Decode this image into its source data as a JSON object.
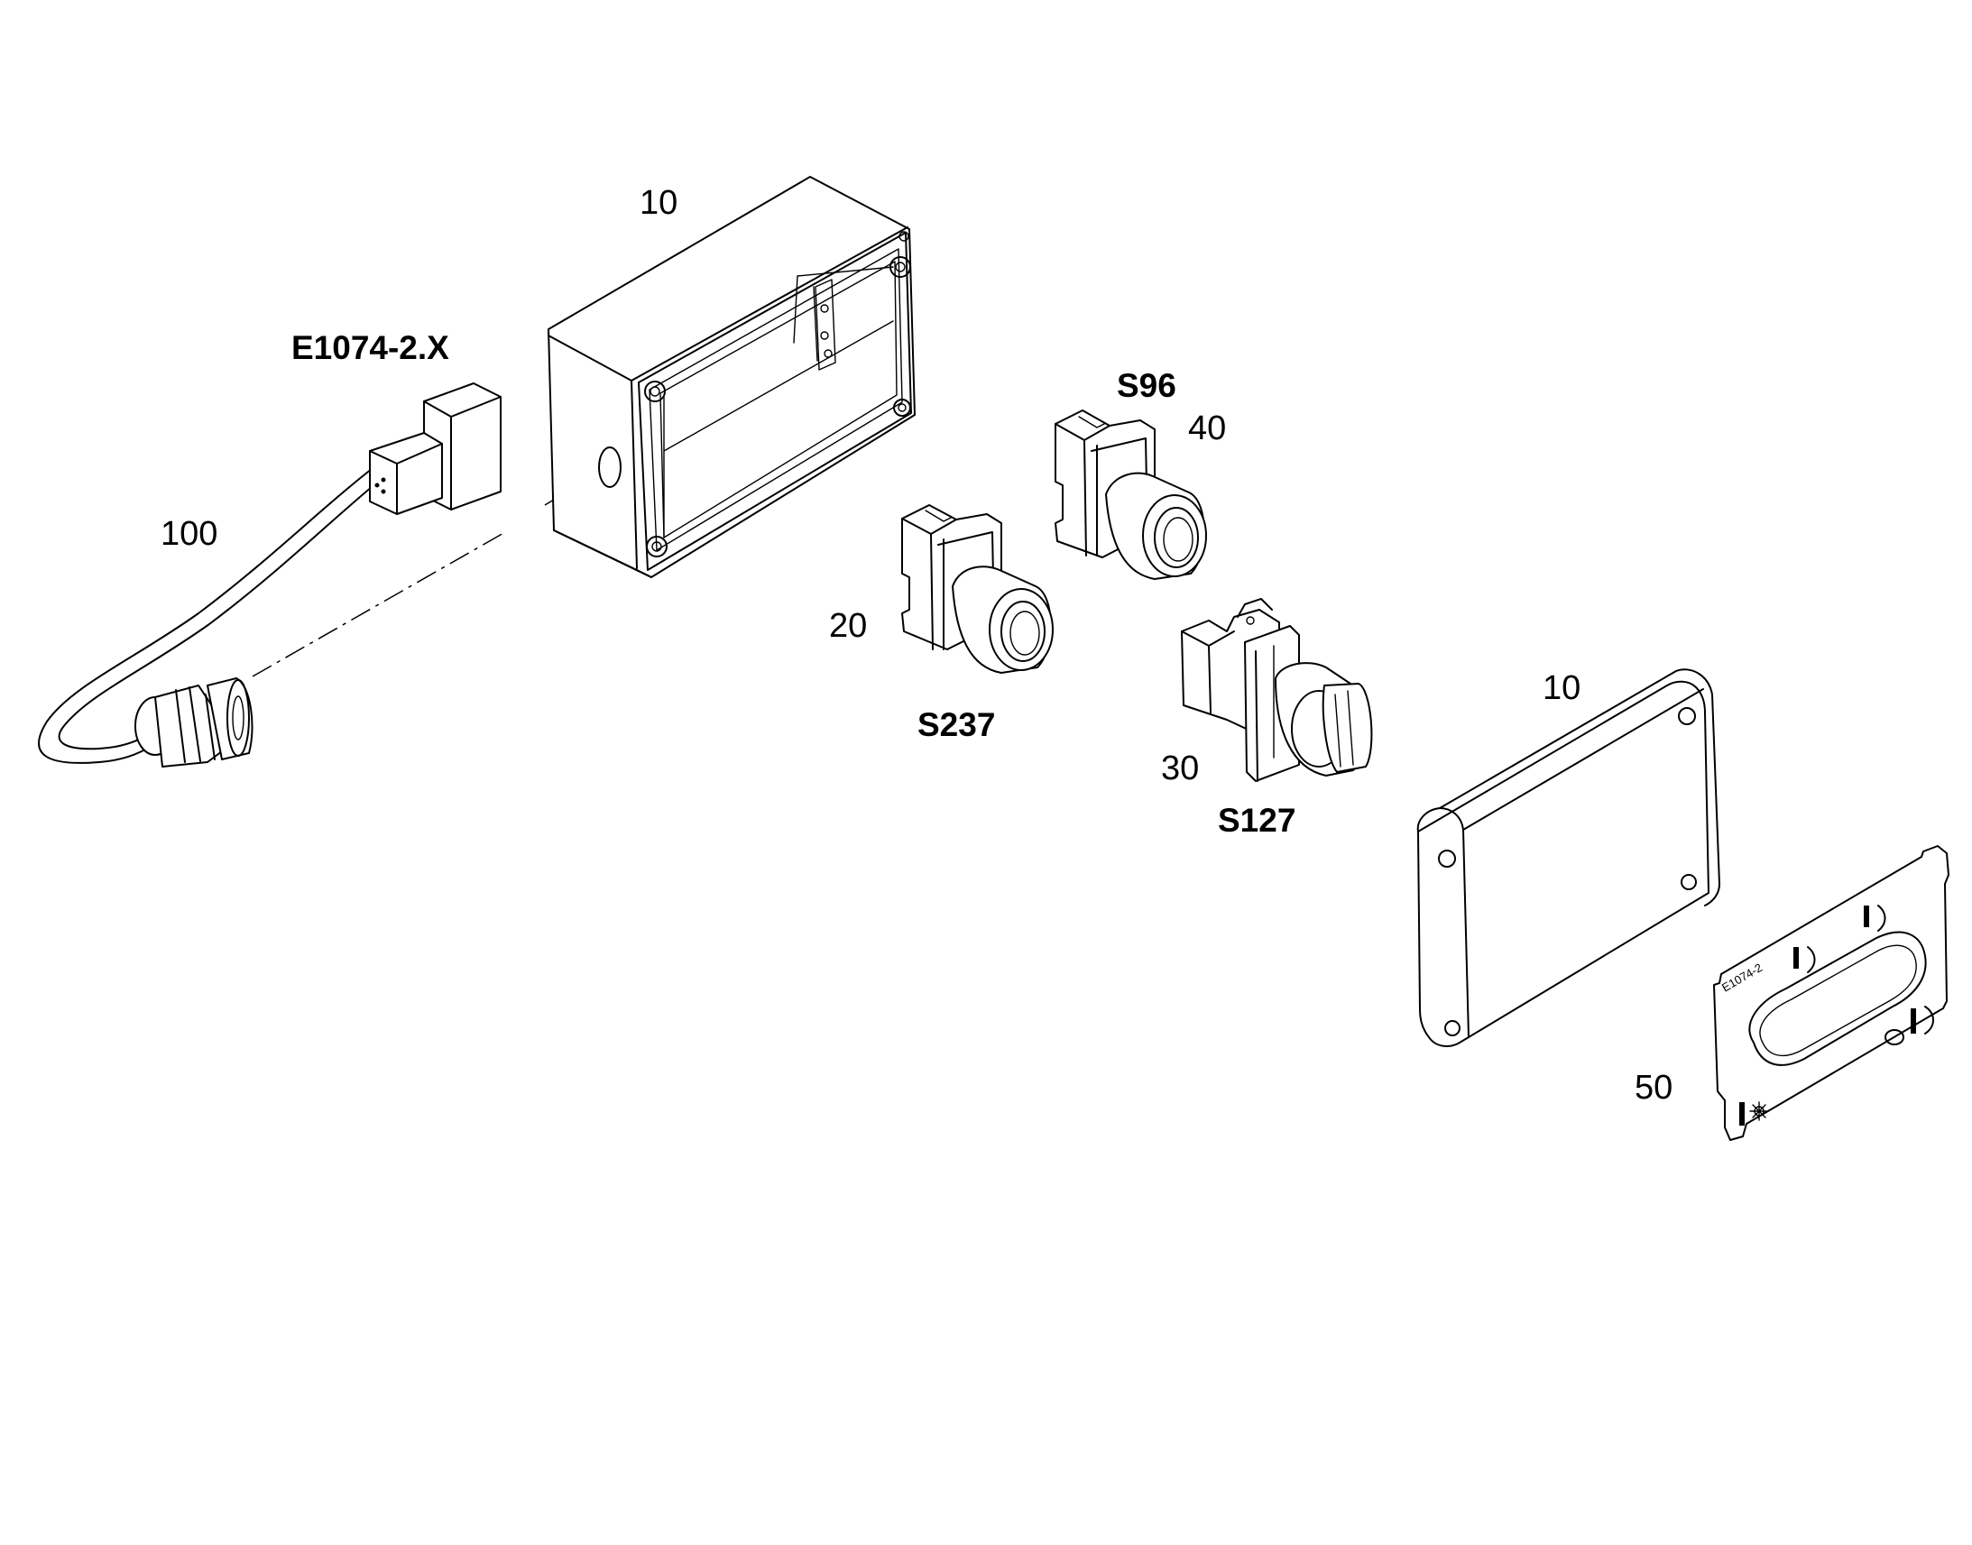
{
  "callouts": {
    "housing_box": "10",
    "housing_cover": "10",
    "button_s237": "20",
    "selector_s127": "30",
    "button_s96": "40",
    "label_plate": "50",
    "cable_harness": "100"
  },
  "references": {
    "connector": "E1074-2.X",
    "s96": "S96",
    "s237": "S237",
    "s127": "S127"
  },
  "plate": {
    "code": "E1074-2"
  }
}
